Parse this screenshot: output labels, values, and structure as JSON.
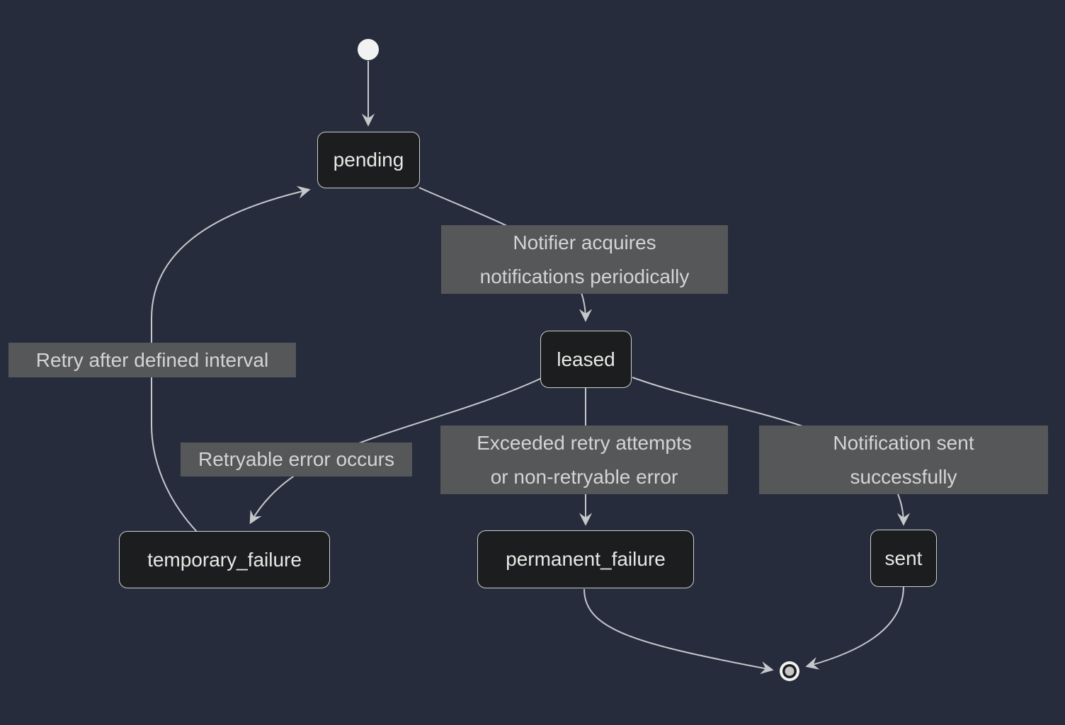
{
  "diagram": {
    "type": "state-diagram",
    "colors": {
      "background": "#262c3c",
      "state_fill": "#1c1d1e",
      "state_border": "#cfcfcf",
      "state_text": "#e8e8e6",
      "edge_line": "#c5c9cc",
      "edge_label_bg": "#565759",
      "edge_label_text": "#d4d4d4",
      "start_node_fill": "#f2f2f2",
      "end_node_outer": "#f2f2f2",
      "end_node_ring": "#1c1d1e",
      "end_node_inner": "#c6c6c6"
    },
    "states": {
      "pending": "pending",
      "leased": "leased",
      "temporary_failure": "temporary_failure",
      "permanent_failure": "permanent_failure",
      "sent": "sent"
    },
    "labels": {
      "acquire": [
        "Notifier acquires",
        "notifications periodically"
      ],
      "retry": [
        "Retry after defined interval"
      ],
      "retryable": [
        "Retryable error occurs"
      ],
      "exceeded": [
        "Exceeded retry attempts",
        "or non-retryable error"
      ],
      "success": [
        "Notification sent",
        "successfully"
      ]
    },
    "transitions": [
      {
        "from": "[start]",
        "to": "pending",
        "label": ""
      },
      {
        "from": "pending",
        "to": "leased",
        "label": "Notifier acquires notifications periodically"
      },
      {
        "from": "leased",
        "to": "temporary_failure",
        "label": "Retryable error occurs"
      },
      {
        "from": "temporary_failure",
        "to": "pending",
        "label": "Retry after defined interval"
      },
      {
        "from": "leased",
        "to": "permanent_failure",
        "label": "Exceeded retry attempts or non-retryable error"
      },
      {
        "from": "leased",
        "to": "sent",
        "label": "Notification sent successfully"
      },
      {
        "from": "permanent_failure",
        "to": "[end]",
        "label": ""
      },
      {
        "from": "sent",
        "to": "[end]",
        "label": ""
      }
    ]
  }
}
